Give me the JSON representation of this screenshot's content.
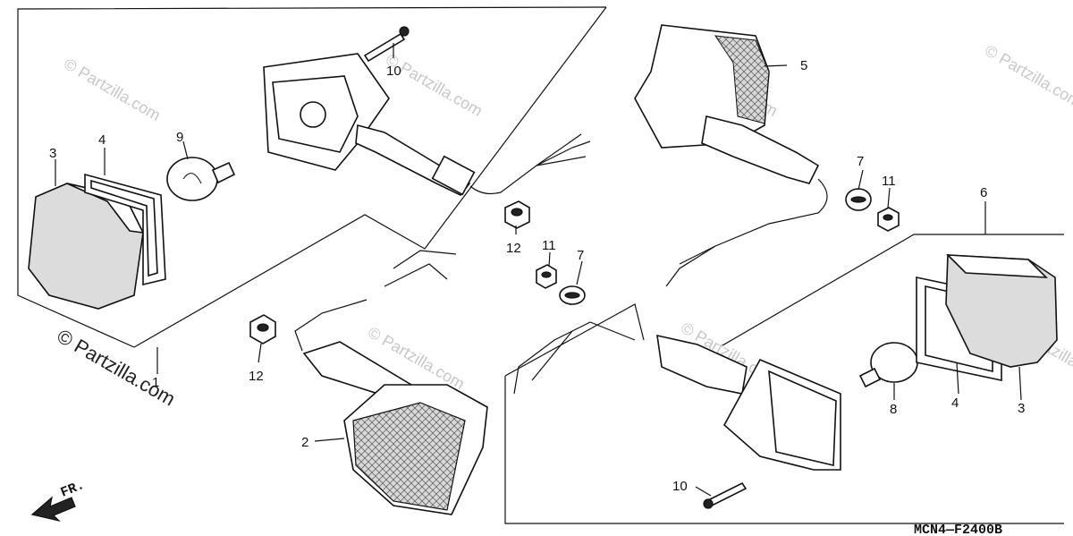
{
  "diagram": {
    "part_code": "MCN4—F2400B",
    "direction_label": "FR.",
    "watermark_text": "© Partzilla.com",
    "callouts": [
      {
        "id": "c1",
        "text": "1"
      },
      {
        "id": "c2",
        "text": "2"
      },
      {
        "id": "c3a",
        "text": "3"
      },
      {
        "id": "c3b",
        "text": "3"
      },
      {
        "id": "c4a",
        "text": "4"
      },
      {
        "id": "c4b",
        "text": "4"
      },
      {
        "id": "c5",
        "text": "5"
      },
      {
        "id": "c6",
        "text": "6"
      },
      {
        "id": "c7a",
        "text": "7"
      },
      {
        "id": "c7b",
        "text": "7"
      },
      {
        "id": "c8",
        "text": "8"
      },
      {
        "id": "c9",
        "text": "9"
      },
      {
        "id": "c10a",
        "text": "10"
      },
      {
        "id": "c10b",
        "text": "10"
      },
      {
        "id": "c11a",
        "text": "11"
      },
      {
        "id": "c11b",
        "text": "11"
      },
      {
        "id": "c12a",
        "text": "12"
      },
      {
        "id": "c12b",
        "text": "12"
      }
    ]
  }
}
